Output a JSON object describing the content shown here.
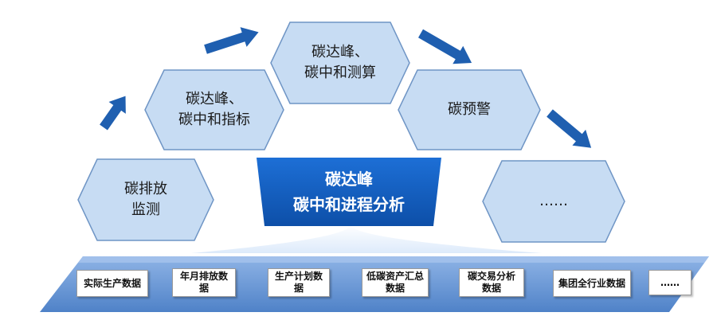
{
  "colors": {
    "hex_fill": "#c7dcf3",
    "hex_stroke": "#6f95c5",
    "center_fill": "#1560c4",
    "arrow": "#1f5fb0",
    "band_fill": "#6f9bd8"
  },
  "hexagons": [
    {
      "id": "emission-monitoring",
      "label": "碳排放\n监测"
    },
    {
      "id": "peak-indicators",
      "label": "碳达峰、\n碳中和指标"
    },
    {
      "id": "peak-calculation",
      "label": "碳达峰、\n碳中和测算"
    },
    {
      "id": "carbon-warning",
      "label": "碳预警"
    },
    {
      "id": "more",
      "label": "……"
    }
  ],
  "center": {
    "line1": "碳达峰",
    "line2": "碳中和进程分析"
  },
  "data_sources": [
    "实际生产数据",
    "年月排放数\n据",
    "生产计划数\n据",
    "低碳资产汇总\n数据",
    "碳交易分析\n数据",
    "集团全行业数据",
    "……"
  ],
  "icons": [
    "arrow-right-icon"
  ]
}
